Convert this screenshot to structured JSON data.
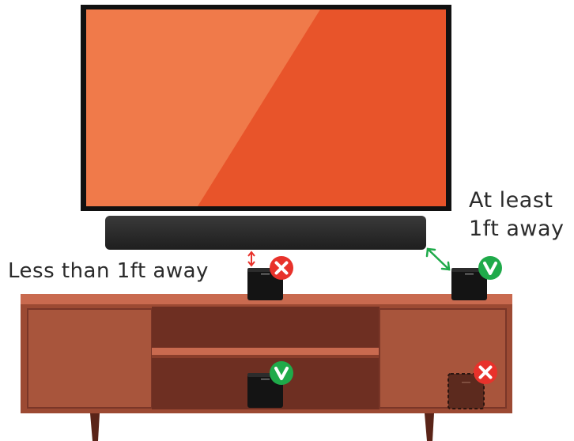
{
  "labels": {
    "far_line1": "At least",
    "far_line2": "1ft away",
    "near": "Less than 1ft away"
  },
  "placements": [
    {
      "id": "echo-on-top-near-soundbar",
      "status": "bad"
    },
    {
      "id": "echo-on-top-far-from-soundbar",
      "status": "good"
    },
    {
      "id": "echo-on-open-shelf",
      "status": "good"
    },
    {
      "id": "echo-inside-closed-cabinet",
      "status": "bad"
    }
  ],
  "colors": {
    "tv_screen_light": "#F07A4A",
    "tv_screen_dark": "#E8542A",
    "tv_frame": "#111111",
    "soundbar": "#2A2A2A",
    "cabinet_top": "#C96A4F",
    "cabinet_body": "#9C4A33",
    "cabinet_dark": "#6E2F22",
    "good_badge": "#1FAA4A",
    "bad_badge": "#E8322B",
    "good_arrow": "#1FAA4A",
    "bad_arrow": "#E8322B"
  },
  "icons": {
    "good": "checkmark-badge-icon",
    "bad": "x-badge-icon",
    "device": "echo-device-icon"
  }
}
